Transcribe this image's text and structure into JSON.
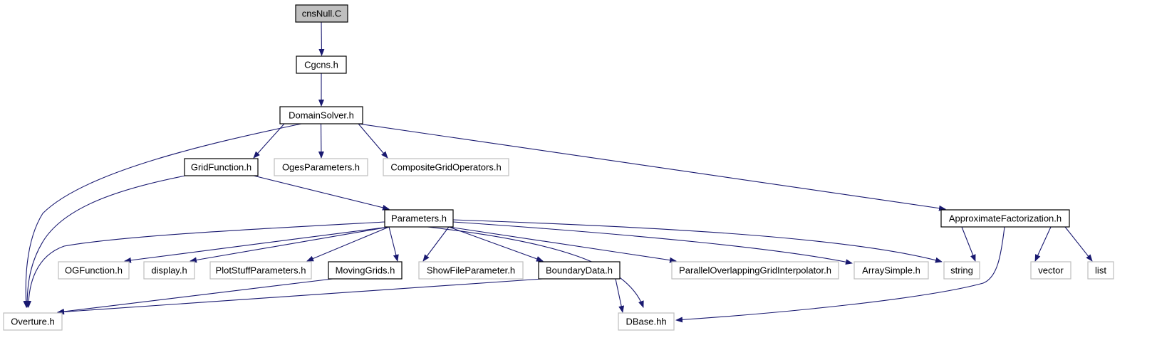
{
  "graph": {
    "root": "cnsNull.C",
    "colors": {
      "edge": "#191970",
      "root_fill": "#bfbfbf",
      "solid_border": "#000000",
      "missing_border": "#bfbfbf",
      "node_fill": "#ffffff"
    },
    "nodes": [
      {
        "id": "cnsnull",
        "label": "cnsNull.C",
        "style": "root"
      },
      {
        "id": "cgcns",
        "label": "Cgcns.h",
        "style": "solid"
      },
      {
        "id": "domainsolver",
        "label": "DomainSolver.h",
        "style": "solid"
      },
      {
        "id": "gridfunction",
        "label": "GridFunction.h",
        "style": "solid"
      },
      {
        "id": "ogesparameters",
        "label": "OgesParameters.h",
        "style": "missing"
      },
      {
        "id": "compositegridoperators",
        "label": "CompositeGridOperators.h",
        "style": "missing"
      },
      {
        "id": "parameters",
        "label": "Parameters.h",
        "style": "solid"
      },
      {
        "id": "approximatefactorization",
        "label": "ApproximateFactorization.h",
        "style": "solid"
      },
      {
        "id": "ogfunction",
        "label": "OGFunction.h",
        "style": "missing"
      },
      {
        "id": "display",
        "label": "display.h",
        "style": "missing"
      },
      {
        "id": "plotstuffparameters",
        "label": "PlotStuffParameters.h",
        "style": "missing"
      },
      {
        "id": "movinggrids",
        "label": "MovingGrids.h",
        "style": "solid"
      },
      {
        "id": "showfileparameter",
        "label": "ShowFileParameter.h",
        "style": "missing"
      },
      {
        "id": "boundarydata",
        "label": "BoundaryData.h",
        "style": "solid"
      },
      {
        "id": "paralleloverlapping",
        "label": "ParallelOverlappingGridInterpolator.h",
        "style": "missing"
      },
      {
        "id": "arraysimple",
        "label": "ArraySimple.h",
        "style": "missing"
      },
      {
        "id": "string",
        "label": "string",
        "style": "missing"
      },
      {
        "id": "vector",
        "label": "vector",
        "style": "missing"
      },
      {
        "id": "list",
        "label": "list",
        "style": "missing"
      },
      {
        "id": "overture",
        "label": "Overture.h",
        "style": "missing"
      },
      {
        "id": "dbase",
        "label": "DBase.hh",
        "style": "missing"
      }
    ],
    "edges": [
      {
        "from": "cnsnull",
        "to": "cgcns"
      },
      {
        "from": "cgcns",
        "to": "domainsolver"
      },
      {
        "from": "domainsolver",
        "to": "overture"
      },
      {
        "from": "domainsolver",
        "to": "gridfunction"
      },
      {
        "from": "domainsolver",
        "to": "ogesparameters"
      },
      {
        "from": "domainsolver",
        "to": "compositegridoperators"
      },
      {
        "from": "domainsolver",
        "to": "approximatefactorization"
      },
      {
        "from": "gridfunction",
        "to": "overture"
      },
      {
        "from": "gridfunction",
        "to": "parameters"
      },
      {
        "from": "parameters",
        "to": "overture"
      },
      {
        "from": "parameters",
        "to": "ogfunction"
      },
      {
        "from": "parameters",
        "to": "display"
      },
      {
        "from": "parameters",
        "to": "plotstuffparameters"
      },
      {
        "from": "parameters",
        "to": "movinggrids"
      },
      {
        "from": "parameters",
        "to": "showfileparameter"
      },
      {
        "from": "parameters",
        "to": "boundarydata"
      },
      {
        "from": "parameters",
        "to": "dbase"
      },
      {
        "from": "parameters",
        "to": "paralleloverlapping"
      },
      {
        "from": "parameters",
        "to": "arraysimple"
      },
      {
        "from": "parameters",
        "to": "string"
      },
      {
        "from": "movinggrids",
        "to": "overture"
      },
      {
        "from": "boundarydata",
        "to": "overture"
      },
      {
        "from": "boundarydata",
        "to": "dbase"
      },
      {
        "from": "approximatefactorization",
        "to": "string"
      },
      {
        "from": "approximatefactorization",
        "to": "dbase"
      },
      {
        "from": "approximatefactorization",
        "to": "vector"
      },
      {
        "from": "approximatefactorization",
        "to": "list"
      }
    ]
  }
}
